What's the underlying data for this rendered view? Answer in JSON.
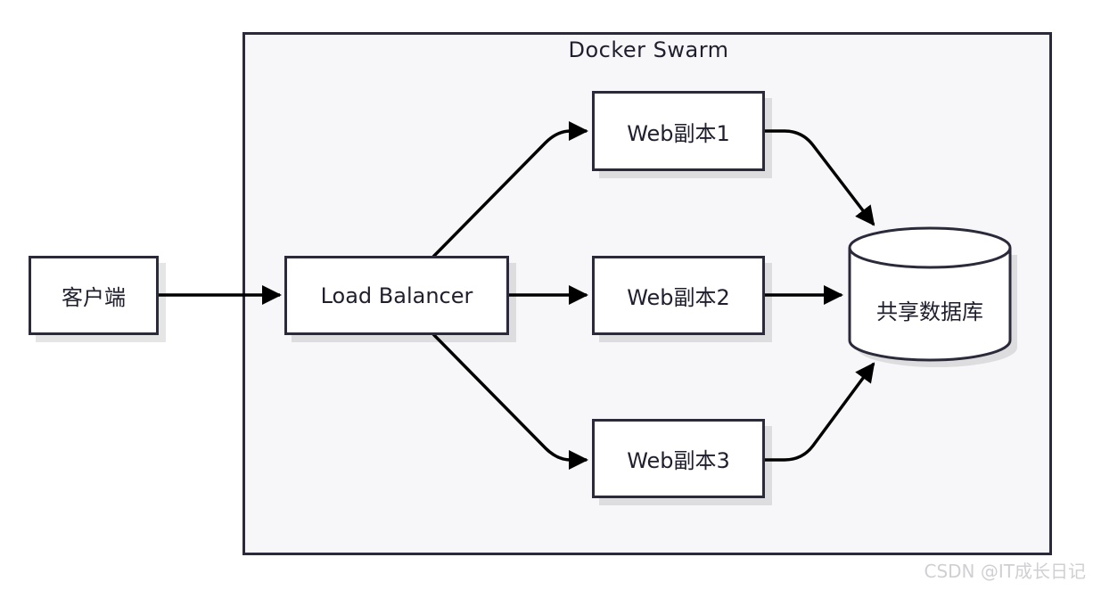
{
  "cluster": {
    "title": "Docker Swarm"
  },
  "nodes": {
    "client": "客户端",
    "load_balancer": "Load Balancer",
    "web1": "Web副本1",
    "web2": "Web副本2",
    "web3": "Web副本3",
    "database": "共享数据库"
  },
  "watermark": "CSDN @IT成长日记",
  "colors": {
    "stroke": "#2a2a3a",
    "cluster_fill": "#f7f7f9",
    "node_fill": "#ffffff"
  }
}
